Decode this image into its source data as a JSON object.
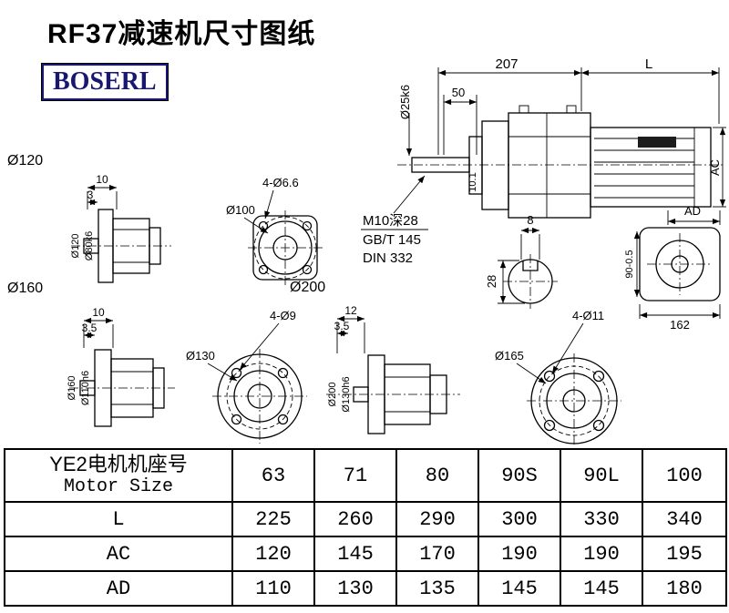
{
  "page": {
    "title": "RF37减速机尺寸图纸",
    "logo": "BOSERL"
  },
  "views": {
    "main": {
      "dim_top_left": "207",
      "dim_top_right": "L",
      "dim_50": "50",
      "shaft_label": "Ø25k6",
      "dim_101": "10.1",
      "note_thread": "M10深28",
      "note_std1": "GB/T 145",
      "note_std2": "DIN 332",
      "ac_label": "AC",
      "ad_label": "AD",
      "dim_8": "8",
      "dim_28": "28",
      "dim_90": "90-0.5",
      "dim_162": "162"
    },
    "flange120": {
      "title": "Ø120",
      "dim_10": "10",
      "dim_3": "3",
      "dia_outer": "Ø120",
      "dia_hub": "Ø80k6"
    },
    "square_flange": {
      "holes": "4-Ø6.6",
      "bolt_circle": "Ø100"
    },
    "flange160": {
      "title": "Ø160",
      "dim_10": "10",
      "dim_35": "3.5",
      "dia_outer": "Ø160",
      "dia_hub": "Ø110h6"
    },
    "flange200": {
      "title": "Ø200",
      "holes": "4-Ø9",
      "bolt_circle": "Ø130",
      "dim_12": "12",
      "dim_35": "3.5",
      "dia_outer": "Ø200",
      "dia_hub": "Ø130h6"
    },
    "flange165": {
      "holes": "4-Ø11",
      "bolt_circle": "Ø165"
    }
  },
  "table": {
    "header_cn": "YE2电机机座号",
    "header_en": "Motor Size",
    "sizes": [
      "63",
      "71",
      "80",
      "90S",
      "90L",
      "100"
    ],
    "rows": [
      {
        "label": "L",
        "values": [
          "225",
          "260",
          "290",
          "300",
          "330",
          "340"
        ]
      },
      {
        "label": "AC",
        "values": [
          "120",
          "145",
          "170",
          "190",
          "190",
          "195"
        ]
      },
      {
        "label": "AD",
        "values": [
          "110",
          "130",
          "135",
          "145",
          "145",
          "180"
        ]
      }
    ]
  }
}
